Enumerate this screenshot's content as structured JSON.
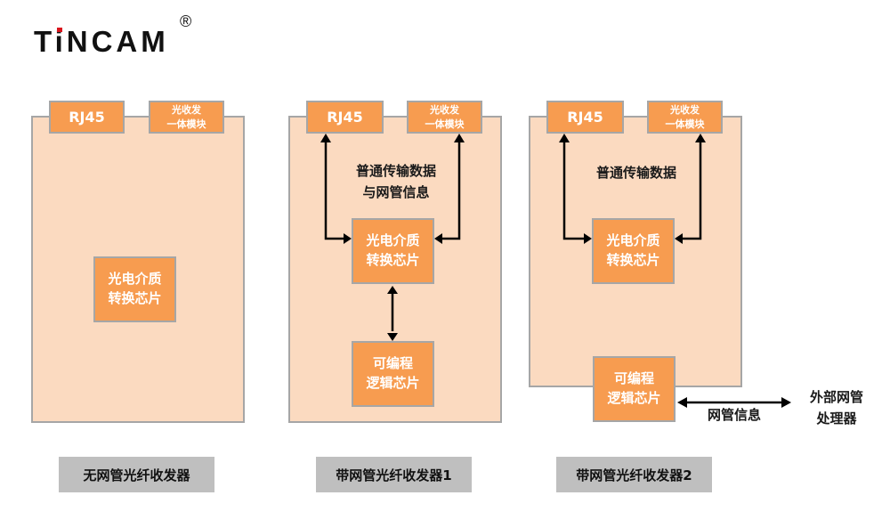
{
  "logo": {
    "text_before": "T",
    "text_i": "i",
    "text_after": "NCAM",
    "registered": "®",
    "accent_color": "#d9141c"
  },
  "colors": {
    "board_fill": "#fbdac0",
    "chip_fill": "#f79c50",
    "border": "#a6a6a6",
    "caption_fill": "#bfbfbf"
  },
  "diagrams": [
    {
      "rj45": "RJ45",
      "module_line1": "光收发",
      "module_line2": "一体模块",
      "converter_line1": "光电介质",
      "converter_line2": "转换芯片",
      "caption": "无网管光纤收发器"
    },
    {
      "rj45": "RJ45",
      "module_line1": "光收发",
      "module_line2": "一体模块",
      "data_label_line1": "普通传输数据",
      "data_label_line2": "与网管信息",
      "converter_line1": "光电介质",
      "converter_line2": "转换芯片",
      "logic_line1": "可编程",
      "logic_line2": "逻辑芯片",
      "caption": "带网管光纤收发器1"
    },
    {
      "rj45": "RJ45",
      "module_line1": "光收发",
      "module_line2": "一体模块",
      "data_label_line1": "普通传输数据",
      "converter_line1": "光电介质",
      "converter_line2": "转换芯片",
      "logic_line1": "可编程",
      "logic_line2": "逻辑芯片",
      "link_label": "网管信息",
      "external_line1": "外部网管",
      "external_line2": "处理器",
      "caption": "带网管光纤收发器2"
    }
  ]
}
